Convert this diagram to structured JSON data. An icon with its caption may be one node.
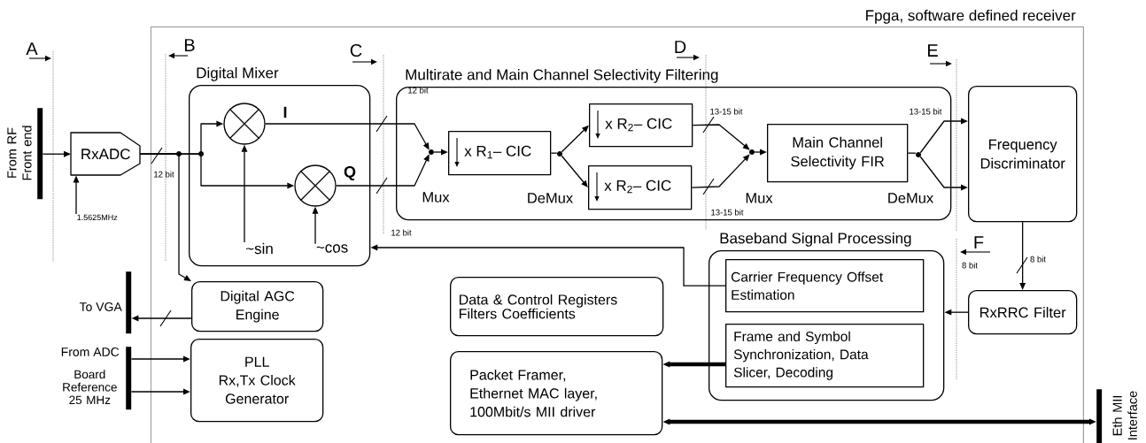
{
  "diagram": {
    "nodes": [
      {
        "text": [
          "Fpga, software defined receiver"
        ]
      },
      {
        "text": [
          "From RF Front end"
        ]
      },
      {
        "text": [
          "RxADC"
        ]
      },
      {
        "text": [
          "1.5625MHz"
        ]
      },
      {
        "text": [
          "Digital Mixer"
        ],
        "in": 0
      },
      {
        "text": [],
        "shape": "circle",
        "in": 4
      },
      {
        "text": [],
        "shape": "circle",
        "in": 4
      },
      {
        "text": [
          "~sin"
        ],
        "in": 4
      },
      {
        "text": [
          "~cos"
        ],
        "in": 4
      },
      {
        "text": [
          "Multirate and Main Channel Selectivity Filtering"
        ],
        "in": 0
      },
      {
        "text": [],
        "shape": "circle",
        "in": 9
      },
      {
        "text": [
          "x R$_{1}$– CIC"
        ],
        "in": 9
      },
      {
        "text": [],
        "shape": "circle",
        "in": 9
      },
      {
        "text": [
          "x R$_{2}$– CIC"
        ],
        "in": 9
      },
      {
        "text": [
          "x R$_{2}$– CIC"
        ],
        "in": 9
      },
      {
        "text": [],
        "shape": "circle",
        "in": 9
      },
      {
        "text": [
          "Main Channel Selectivity FIR"
        ],
        "in": 9
      },
      {
        "text": [],
        "shape": "circle",
        "in": 9
      },
      {
        "text": [
          "Frequency Discriminator"
        ],
        "in": 0
      },
      {
        "text": [
          "RxRRC Filter"
        ],
        "in": 0
      },
      {
        "text": [
          "Baseband Signal Processing"
        ],
        "in": 0
      },
      {
        "text": [
          "Carrier Frequency Offset Estimation"
        ],
        "in": 20
      },
      {
        "text": [
          "Frame and Symbol Synchronization, Data Slicer, Decoding"
        ],
        "in": 20
      },
      {
        "text": [
          "Data & Control Registers Filters Coefficients"
        ],
        "in": 0
      },
      {
        "text": [
          "Packet Framer, Ethernet MAC layer, 100Mbit/s MII driver"
        ],
        "in": 0
      },
      {
        "text": [
          "Digital AGC Engine"
        ],
        "in": 0
      },
      {
        "text": [
          "PLL",
          "Rx,Tx Clock Generator"
        ],
        "in": 0
      },
      {
        "text": [
          "To VGA"
        ]
      },
      {
        "text": [
          "From ADC",
          "Board Reference 25 MHz"
        ]
      },
      {
        "text": [
          "Eth MII Interface"
        ]
      }
    ],
    "edges": [
      {
        "from": 1,
        "to": 2,
        "arrow": "to"
      },
      {
        "from": 3,
        "to": 2,
        "arrow": "to"
      },
      {
        "from": 2,
        "to": 5,
        "arrow": "to"
      },
      {
        "from": 2,
        "to": 6,
        "arrow": "to"
      },
      {
        "from": 2,
        "to": 25,
        "arrow": "to"
      },
      {
        "from": 7,
        "to": 5,
        "arrow": "to"
      },
      {
        "from": 8,
        "to": 6,
        "arrow": "to"
      },
      {
        "from": 5,
        "to": 10,
        "arrow": "to",
        "label": "I"
      },
      {
        "from": 6,
        "to": 10,
        "arrow": "to",
        "label": "Q"
      },
      {
        "from": 10,
        "to": 11,
        "arrow": "to"
      },
      {
        "from": 11,
        "to": 12,
        "arrow": "none"
      },
      {
        "from": 12,
        "to": 13,
        "arrow": "to"
      },
      {
        "from": 12,
        "to": 14,
        "arrow": "to"
      },
      {
        "from": 13,
        "to": 15,
        "arrow": "to"
      },
      {
        "from": 14,
        "to": 15,
        "arrow": "to"
      },
      {
        "from": 15,
        "to": 16,
        "arrow": "to"
      },
      {
        "from": 16,
        "to": 17,
        "arrow": "none"
      },
      {
        "from": 17,
        "to": 18,
        "arrow": "to"
      },
      {
        "from": 17,
        "to": 18,
        "arrow": "to"
      },
      {
        "from": 18,
        "to": 19,
        "arrow": "to"
      },
      {
        "from": 19,
        "to": 20,
        "arrow": "to"
      },
      {
        "from": 21,
        "to": 4,
        "arrow": "to"
      },
      {
        "from": 22,
        "to": 24,
        "arrow": "to",
        "style": "thick"
      },
      {
        "from": 25,
        "to": 27,
        "arrow": "to"
      },
      {
        "from": 28,
        "to": 26,
        "arrow": "to"
      },
      {
        "from": 28,
        "to": 26,
        "arrow": "to"
      },
      {
        "from": 24,
        "to": 29,
        "arrow": "both",
        "style": "thick"
      }
    ],
    "labels": [
      "A",
      "B",
      "C",
      "D",
      "E",
      "12 bit",
      "13-15 bit",
      "13-15 bit",
      "12 bit",
      "Mux",
      "DeMux",
      "Mux",
      "DeMux",
      "13-15 bit",
      "12 bit",
      "F",
      "8 bit",
      "8 bit"
    ]
  }
}
